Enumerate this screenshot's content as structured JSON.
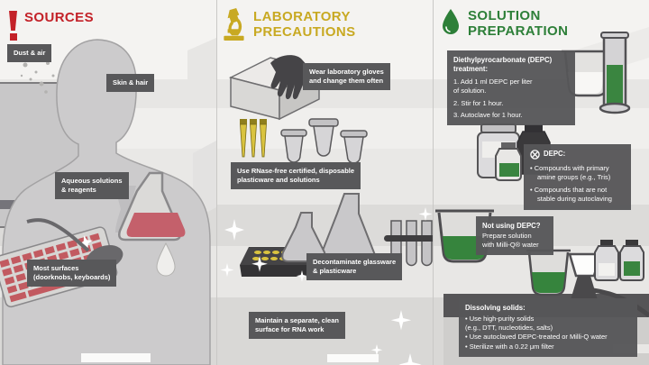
{
  "palette": {
    "red": "#c32128",
    "yellow": "#c8a922",
    "green": "#2d7f38",
    "label_bg": "#58585a",
    "liquid_red": "#c4606b",
    "liquid_green": "#36843d"
  },
  "sources": {
    "title": "SOURCES",
    "labels": {
      "dust": "Dust & air",
      "skin": "Skin & hair",
      "aqueous": "Aqueous solutions\n& reagents",
      "surfaces": "Most surfaces\n(doorknobs, keyboards)"
    }
  },
  "precautions": {
    "title": "LABORATORY\nPRECAUTIONS",
    "labels": {
      "gloves": "Wear laboratory gloves\nand change them often",
      "plasticware": "Use RNase-free certified, disposable\nplasticware and solutions",
      "decontaminate": "Decontaminate glassware\n& plasticware",
      "surface": "Maintain a separate, clean\nsurface for RNA work"
    }
  },
  "preparation": {
    "title": "SOLUTION\nPREPARATION",
    "depc_treatment": {
      "title": "Diethylpyrocarbonate (DEPC)\ntreatment:",
      "steps": [
        "1. Add 1 ml DEPC per liter\nof solution.",
        "2. Stir for 1 hour.",
        "3. Autoclave for 1 hour."
      ]
    },
    "depc_warning": {
      "title": "DEPC:",
      "items": [
        "• Compounds with primary\namine groups (e.g., Tris)",
        "• Compounds that are not\nstable during autoclaving"
      ]
    },
    "no_depc": {
      "title": "Not using DEPC?",
      "body": "Prepare solution\nwith Milli-Q® water"
    },
    "dissolving": {
      "title": "Dissolving solids:",
      "body": "• Use high-purity solids\n(e.g., DTT, nucleotides, salts)\n• Use autoclaved DEPC-treated or Milli-Q water\n• Sterilize with a 0.22 μm filter"
    }
  }
}
